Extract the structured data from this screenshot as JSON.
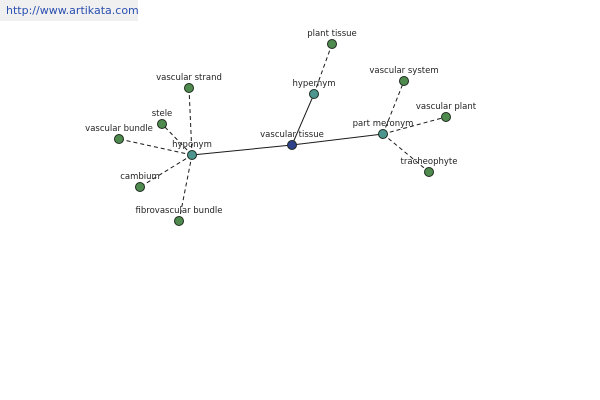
{
  "url": "http://www.artikata.com",
  "colors": {
    "leaf": "#4f8a4f",
    "relation": "#4d9690",
    "center": "#2e3f8c"
  },
  "graph": {
    "center": "vascular tissue",
    "relations": [
      {
        "label": "hyponym",
        "nodes": [
          "vascular strand",
          "stele",
          "vascular bundle",
          "cambium",
          "fibrovascular bundle"
        ]
      },
      {
        "label": "hypernym",
        "nodes": [
          "plant tissue"
        ]
      },
      {
        "label": "part meronym",
        "nodes": [
          "vascular system",
          "vascular plant",
          "tracheophyte"
        ]
      }
    ]
  }
}
